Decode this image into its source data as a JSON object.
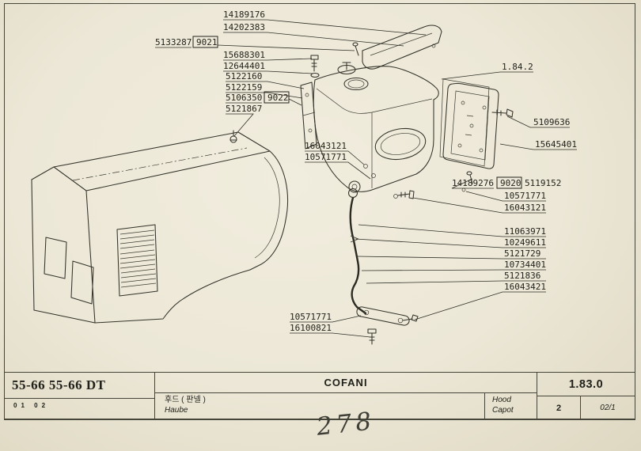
{
  "page": {
    "handwritten_number": "278",
    "paper_color": "#ece7d6",
    "ink_color": "#2b2b23"
  },
  "diagram": {
    "labels": [
      {
        "text": "14189176"
      },
      {
        "text": "14202383"
      },
      {
        "text": "5133287"
      },
      {
        "text": "9021"
      },
      {
        "text": "15688301"
      },
      {
        "text": "12644401"
      },
      {
        "text": "5122160"
      },
      {
        "text": "5122159"
      },
      {
        "text": "5106350"
      },
      {
        "text": "9022"
      },
      {
        "text": "5121867"
      },
      {
        "text": "16043121"
      },
      {
        "text": "10571771"
      },
      {
        "text": "1.84.2"
      },
      {
        "text": "5109636"
      },
      {
        "text": "15645401"
      },
      {
        "text": "14189276"
      },
      {
        "text": "9020"
      },
      {
        "text": "5119152"
      },
      {
        "text": "10571771"
      },
      {
        "text": "16043121"
      },
      {
        "text": "11063971"
      },
      {
        "text": "10249611"
      },
      {
        "text": "5121729"
      },
      {
        "text": "10734401"
      },
      {
        "text": "5121836"
      },
      {
        "text": "16043421"
      },
      {
        "text": "10571771"
      },
      {
        "text": "16100821"
      }
    ]
  },
  "title_block": {
    "models": "55-66 55-66 DT",
    "model_codes": "01 02",
    "title": "COFANI",
    "lang_korean": "후드 ( 판넬 )",
    "lang_german": "Haube",
    "lang_english": "Hood",
    "lang_french": "Capot",
    "section_code": "1.83.0",
    "sheet_number": "2",
    "revision": "02/1"
  }
}
